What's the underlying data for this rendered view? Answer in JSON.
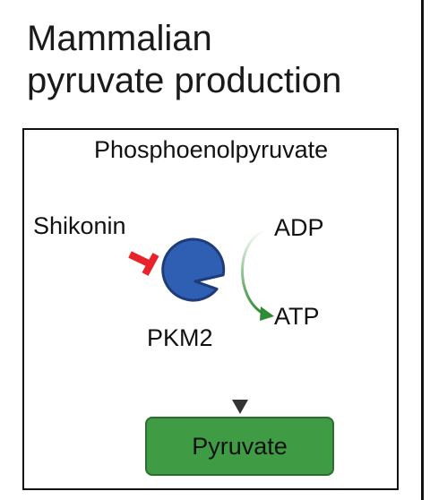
{
  "title": {
    "line1": "Mammalian",
    "line2": "pyruvate production"
  },
  "substrate": "Phosphoenolpyruvate",
  "inhibitor": "Shikonin",
  "enzyme": "PKM2",
  "cofactor_in": "ADP",
  "cofactor_out": "ATP",
  "product": "Pyruvate",
  "colors": {
    "enzyme_fill": "#2f5fb3",
    "enzyme_stroke": "#1e3c7a",
    "inhibitor": "#e8232a",
    "product_fill": "#3f9c45",
    "cofactor_arrow": "#2e8b35"
  }
}
